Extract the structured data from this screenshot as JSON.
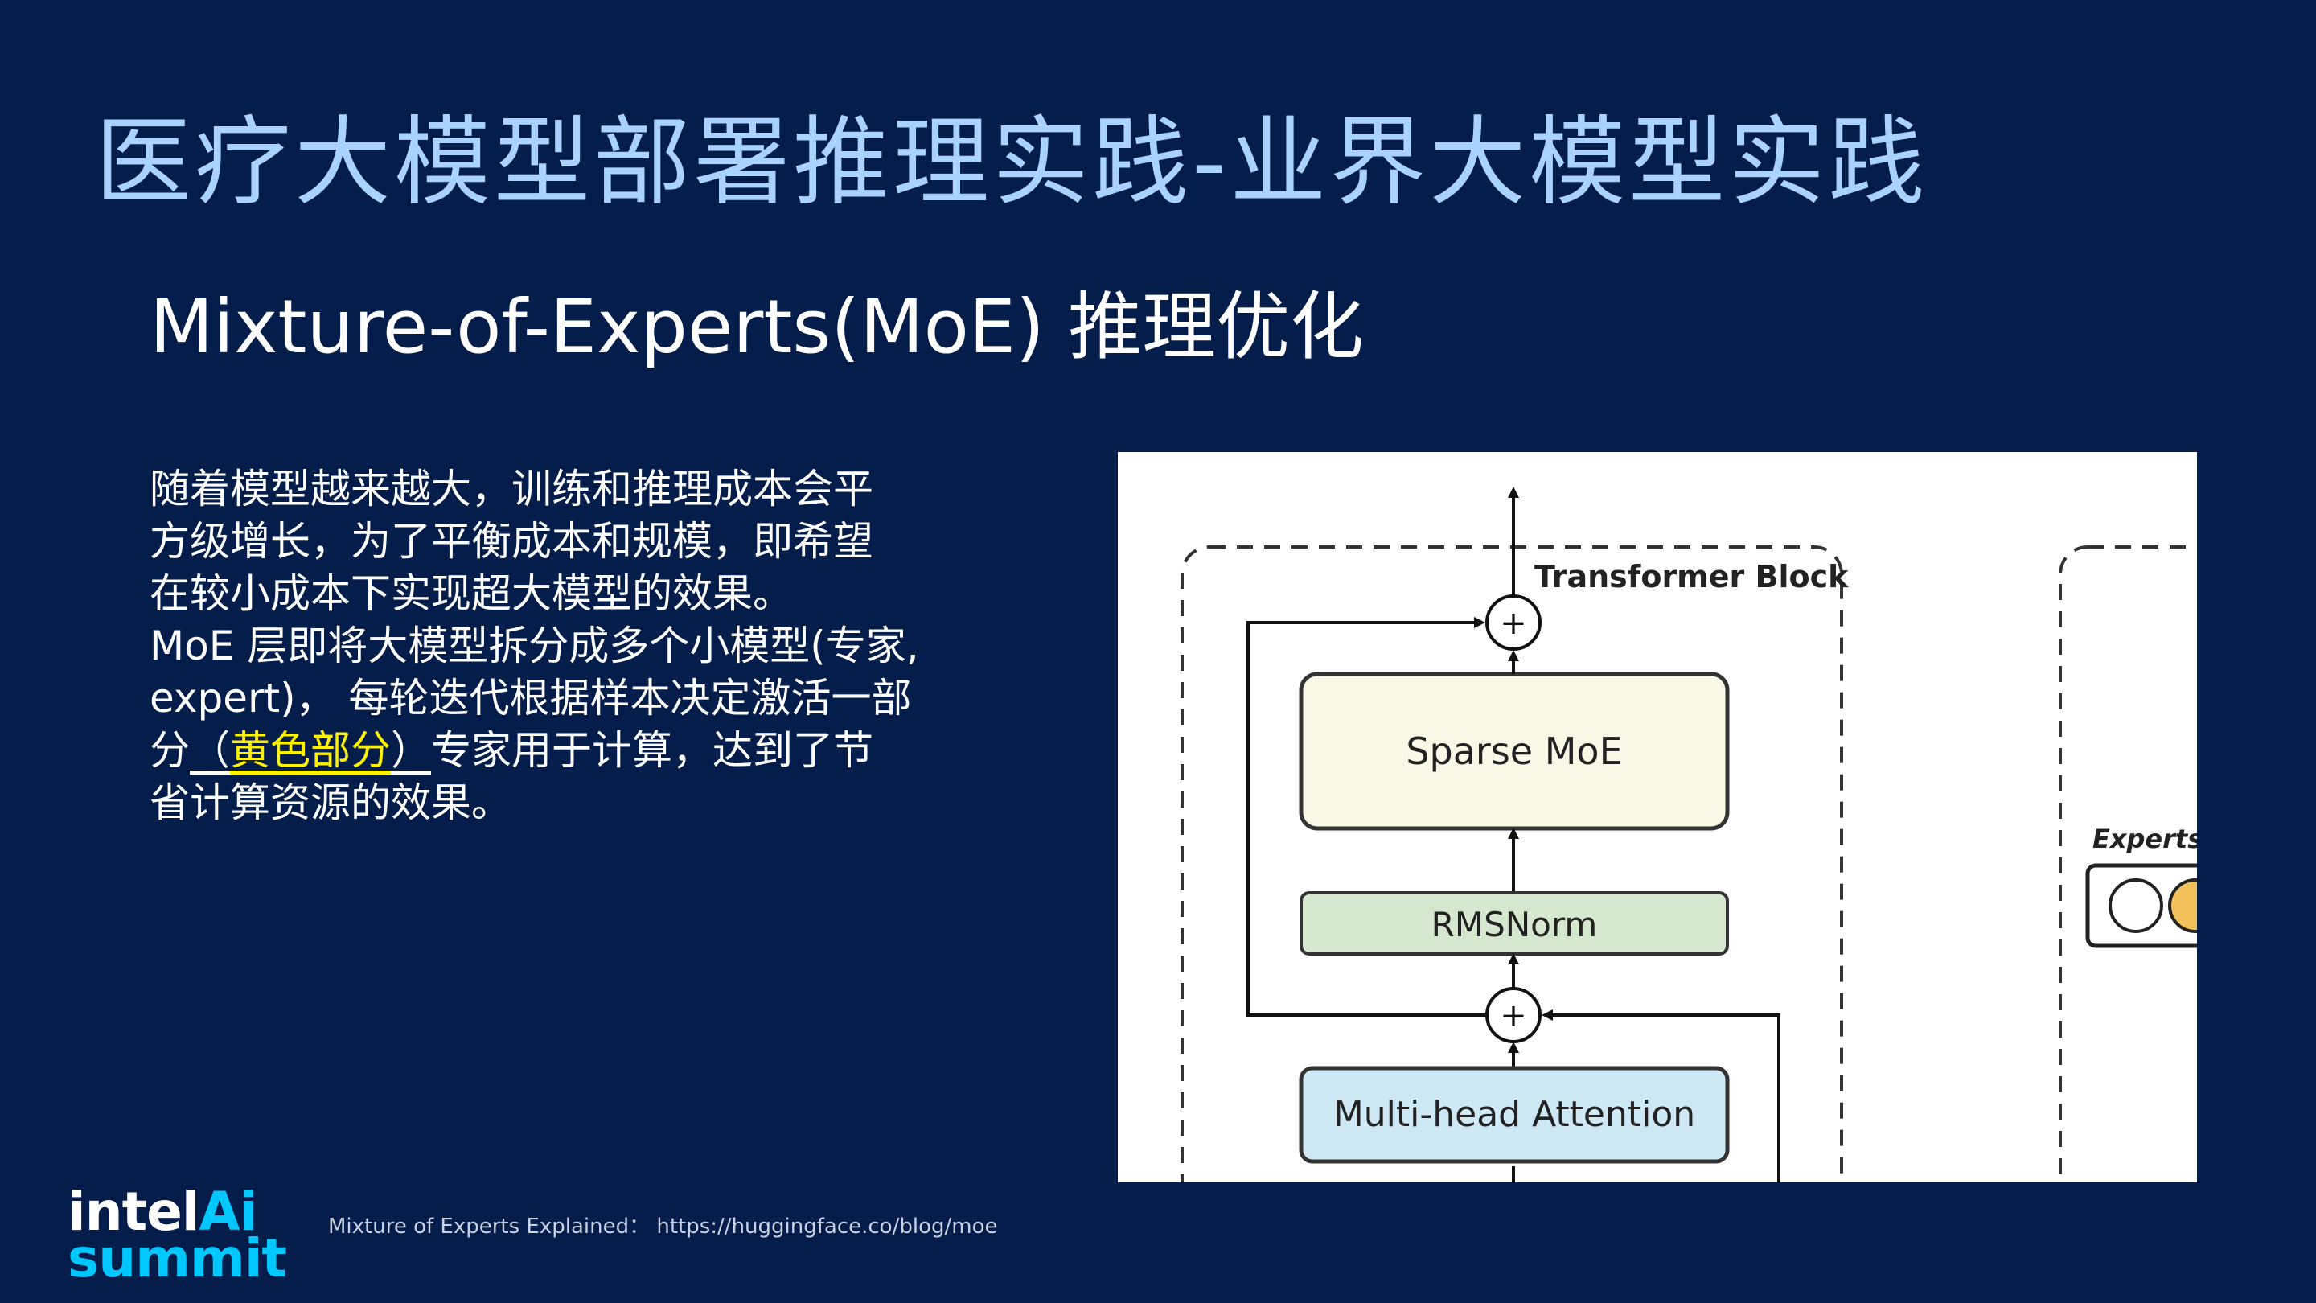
{
  "slide": {
    "title": "医疗大模型部署推理实践-业界大模型实践",
    "section_title": "Mixture-of-Experts(MoE) 推理优化"
  },
  "body": {
    "lines": [
      "随着模型越来越大，训练和推理成本会平",
      "方级增长，为了平衡成本和规模，即希望",
      "在较小成本下实现超大模型的效果。",
      "MoE 层即将大模型拆分成多个小模型(专家,",
      "expert)， 每轮迭代根据样本决定激活一部"
    ],
    "line6_prefix": "分",
    "line6_paren_open": "（",
    "line6_highlight": "黄色部分",
    "line6_paren_close": "）",
    "line6_suffix": "专家用于计算，达到了节",
    "line7": "省计算资源的效果。"
  },
  "figure": {
    "block_label": "Transformer Block",
    "sparse_moe": "Sparse MoE",
    "rmsnorm": "RMSNorm",
    "attention": "Multi-head Attention",
    "experts_label": "Experts",
    "plus": "+",
    "colors": {
      "sparse_moe_fill": "#f8f8e6",
      "rmsnorm_fill": "#d5e8cf",
      "attention_fill": "#cfe8f6",
      "expert_active": "#f2c15c"
    }
  },
  "footer": {
    "logo_intel": "intel",
    "logo_ai": "Ai",
    "logo_summit": "summit",
    "reference": "Mixture of Experts Explained： https://huggingface.co/blog/moe"
  }
}
